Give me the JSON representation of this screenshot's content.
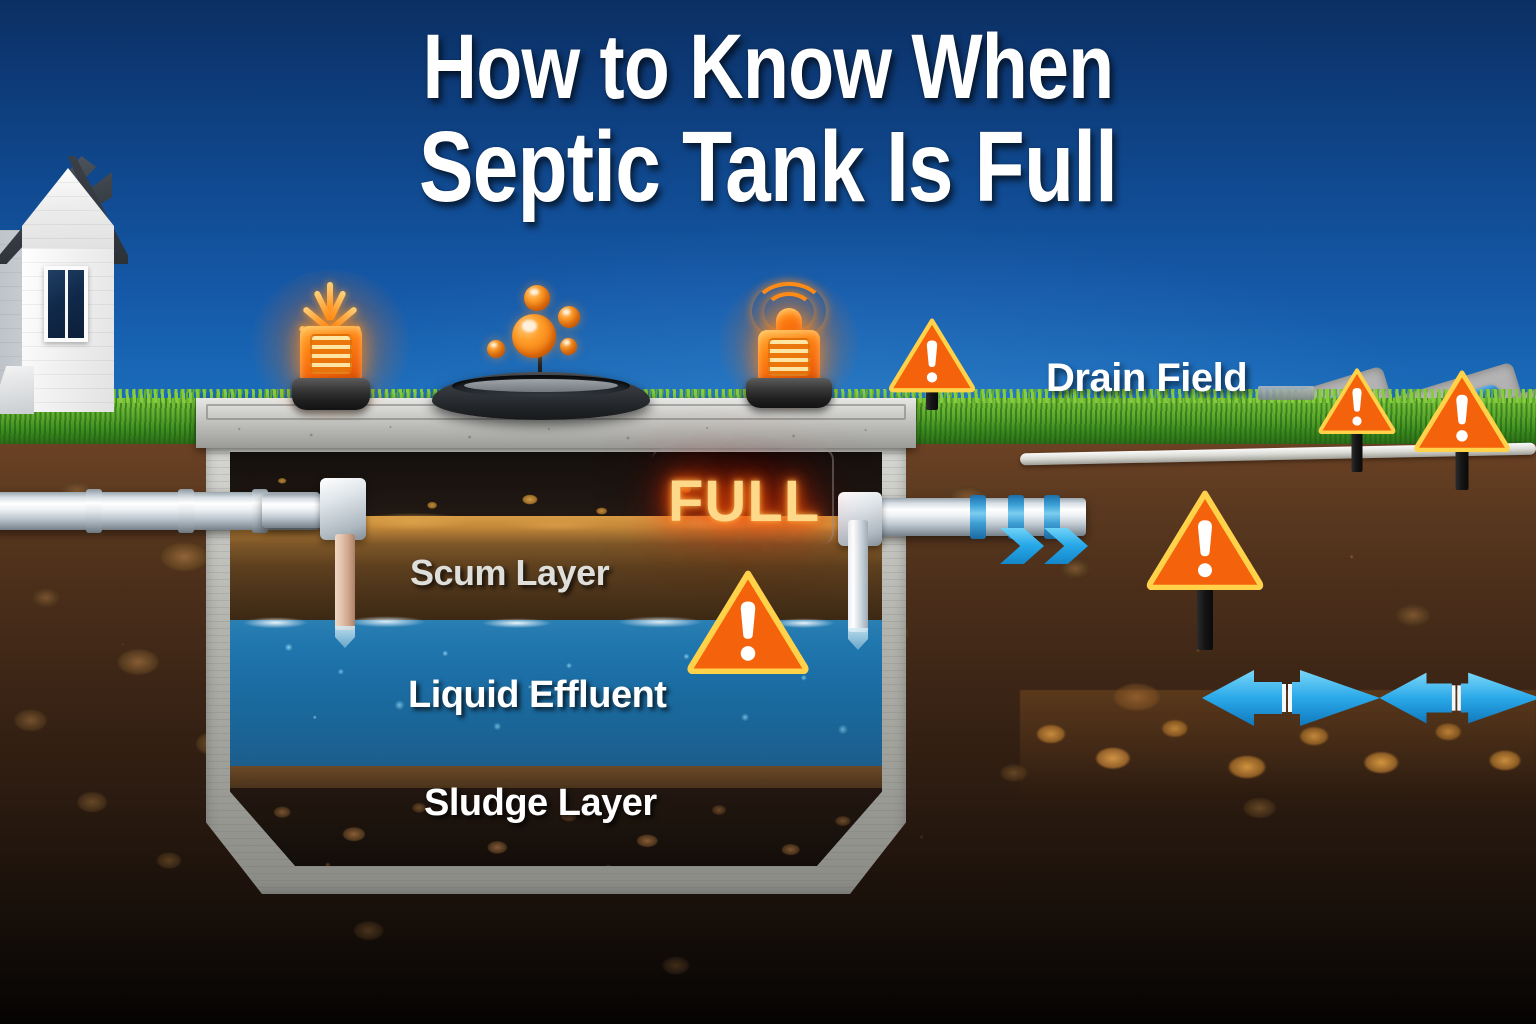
{
  "title": {
    "line1": "How to Know When",
    "line2": "Septic Tank Is Full"
  },
  "colors": {
    "sky_top": "#0b2f63",
    "sky_bottom": "#1c74c4",
    "grass": "#5eab2c",
    "soil": "#4a2e1a",
    "alert_orange": "#f4620c",
    "alert_border_yellow": "#ffd24a",
    "effluent_blue": "#1f76ad",
    "scum_tan": "#c4893a",
    "concrete": "#c0c0bb",
    "full_text": "#ffd98a",
    "full_glow": "#ff3d00",
    "arrow_cyan": "#27a8e8"
  },
  "labels": {
    "scum": "Scum Layer",
    "liquid": "Liquid Effluent",
    "sludge": "Sludge Layer",
    "full_badge": "FULL",
    "drain_field": "Drain Field"
  },
  "scene": {
    "house_name": "house",
    "tank_name": "septic-tank-cutaway",
    "manhole_name": "tank-access-lid",
    "inlet_pipe": "inlet-pipe",
    "outlet_pipe": "outlet-pipe"
  },
  "alarms": [
    {
      "id": "beacon-rotating-left",
      "type": "rotating-beacon-with-rays"
    },
    {
      "id": "beacon-signal-right",
      "type": "beacon-with-radio-waves"
    }
  ],
  "gas_bubbles": {
    "count": 5,
    "label": "escaping-gas-bubbles"
  },
  "warning_signs": [
    {
      "id": "warning-sign-lawn",
      "size": 86
    },
    {
      "id": "warning-sign-tank",
      "size": 140
    },
    {
      "id": "warning-sign-drainfield",
      "size": 128
    },
    {
      "id": "warning-sign-right-small",
      "size": 74
    },
    {
      "id": "warning-sign-right-large",
      "size": 92
    }
  ],
  "flow_arrows": [
    {
      "id": "outlet-flow-chevrons",
      "direction": "right"
    },
    {
      "id": "trench-flow-arrow-left",
      "direction": "bidirectional"
    },
    {
      "id": "trench-flow-arrow-right",
      "direction": "bidirectional"
    }
  ],
  "drain_field": {
    "trench_count": 3,
    "pipe_type": "perforated-distribution-pipe",
    "media": "gravel-bed"
  }
}
